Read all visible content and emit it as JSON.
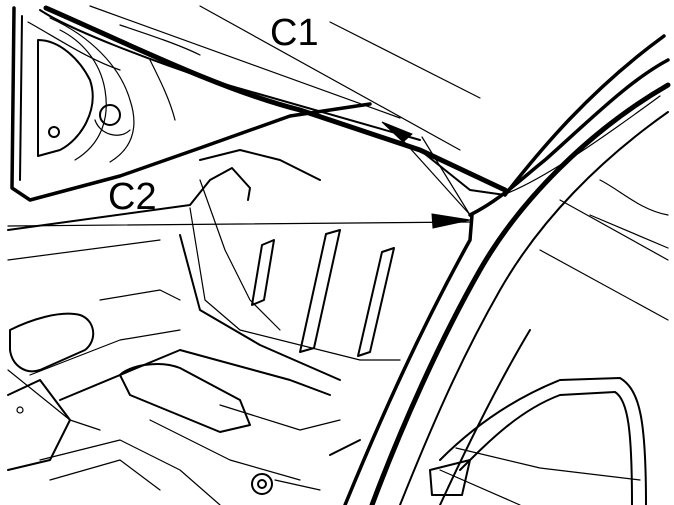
{
  "diagram": {
    "callouts": [
      {
        "id": "C1",
        "label": "C1"
      },
      {
        "id": "C2",
        "label": "C2"
      }
    ]
  }
}
